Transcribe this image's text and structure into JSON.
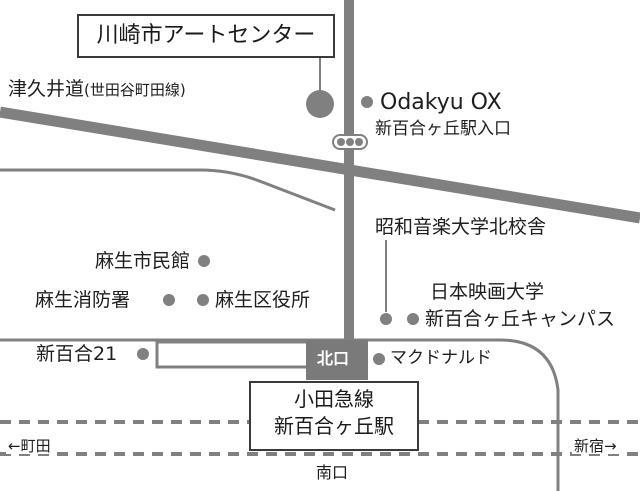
{
  "venue": {
    "name": "川崎市アートセンター"
  },
  "roads": {
    "tsukui_name": "津久井道",
    "tsukui_sub": "(世田谷町田線)"
  },
  "landmarks": {
    "odakyu_ox": "Odakyu OX",
    "shinyuri_entrance": "新百合ヶ丘駅入口",
    "showa_music": "昭和音楽大学北校舎",
    "asao_hall": "麻生市民館",
    "asao_fire": "麻生消防署",
    "asao_ward": "麻生区役所",
    "film_school_l1": "日本映画大学",
    "film_school_l2": "新百合ヶ丘キャンパス",
    "shinyuri21": "新百合21",
    "mcdonalds": "マクドナルド"
  },
  "station": {
    "line": "小田急線",
    "name": "新百合ヶ丘駅",
    "north_exit": "北口",
    "south_exit": "南口",
    "to_machida": "←町田",
    "to_shinjuku": "新宿→"
  },
  "colors": {
    "road": "#808080",
    "rail": "#808080",
    "exit": "#7a7a7a"
  }
}
